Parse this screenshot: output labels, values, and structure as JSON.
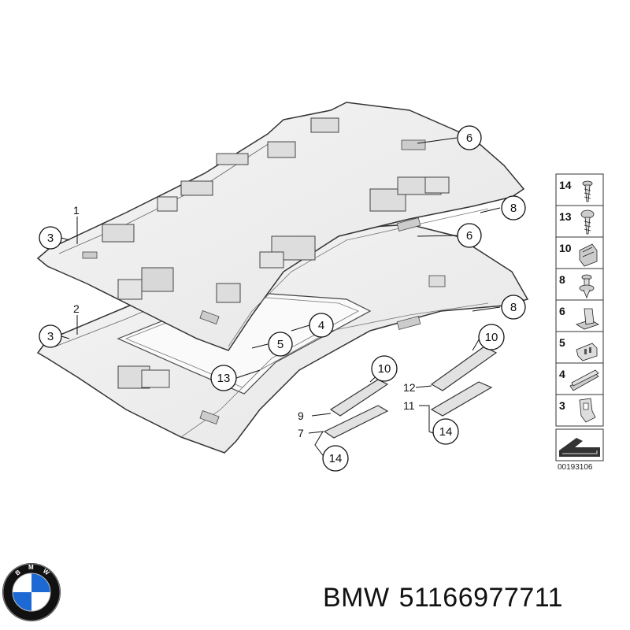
{
  "diagram": {
    "part_numbers": {
      "headliner_upper": "1",
      "headliner_lower": "2",
      "clip_3_upper": "3",
      "clip_3_lower": "3",
      "clip_6_upper": "6",
      "clip_6_lower": "6",
      "clip_8_upper": "8",
      "clip_8_lower": "8",
      "item_4": "4",
      "item_5": "5",
      "item_13": "13",
      "handle_10_left": "10",
      "handle_10_right": "10",
      "handle_9": "9",
      "handle_7": "7",
      "handle_12": "12",
      "handle_11": "11",
      "screw_14_left": "14",
      "screw_14_right": "14"
    },
    "legend": [
      "14",
      "13",
      "10",
      "8",
      "6",
      "5",
      "4",
      "3"
    ],
    "reference_number": "00193106"
  },
  "caption": {
    "brand": "BMW",
    "part_number": "51166977711"
  },
  "logo": {
    "letters": "BMW",
    "colors": {
      "blue": "#1c69d4",
      "white": "#ffffff",
      "ring": "#111111"
    }
  }
}
